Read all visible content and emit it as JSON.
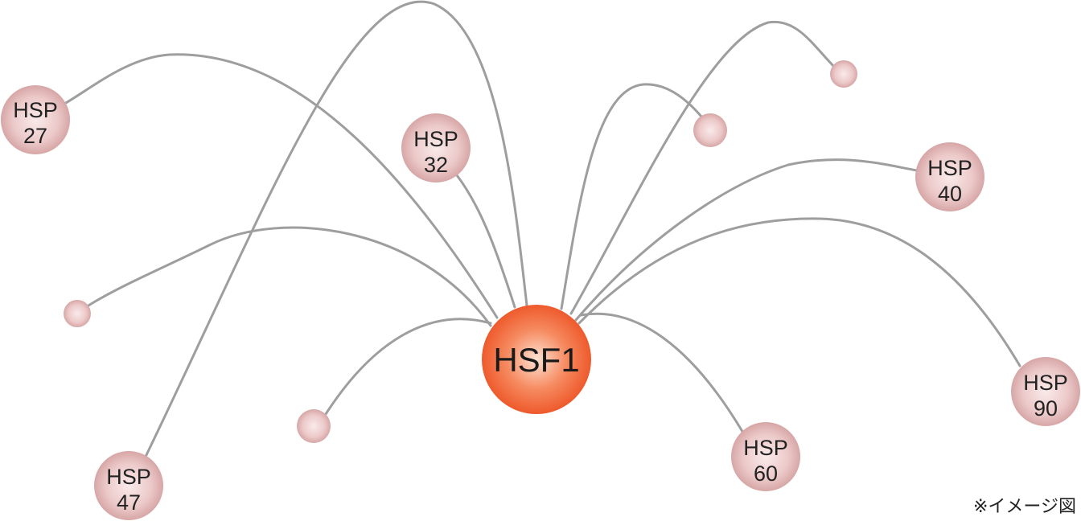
{
  "hub": {
    "label": "HSF1",
    "color_inner": "#fde2d2",
    "color_outer": "#ee5a2c"
  },
  "satellite_colors": {
    "inner": "#faeaea",
    "outer": "#d7a6a6"
  },
  "edge_color": "#9e9e9e",
  "nodes": [
    {
      "id": "hsp27",
      "line1": "HSP",
      "line2": "27"
    },
    {
      "id": "hsp32",
      "line1": "HSP",
      "line2": "32"
    },
    {
      "id": "hsp40",
      "line1": "HSP",
      "line2": "40"
    },
    {
      "id": "hsp47",
      "line1": "HSP",
      "line2": "47"
    },
    {
      "id": "hsp60",
      "line1": "HSP",
      "line2": "60"
    },
    {
      "id": "hsp90",
      "line1": "HSP",
      "line2": "90"
    },
    {
      "id": "small-1",
      "line1": "",
      "line2": ""
    },
    {
      "id": "small-2",
      "line1": "",
      "line2": ""
    },
    {
      "id": "small-3",
      "line1": "",
      "line2": ""
    },
    {
      "id": "small-4",
      "line1": "",
      "line2": ""
    }
  ],
  "note": "※イメージ図"
}
